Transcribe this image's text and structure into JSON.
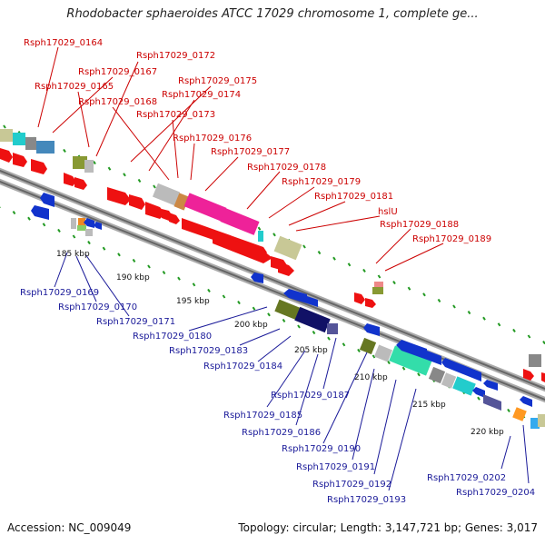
{
  "title": "Rhodobacter sphaeroides ATCC 17029 chromosome 1, complete ge...",
  "footer": {
    "accession": "Accession: NC_009049",
    "topology": "Topology: circular; Length: 3,147,721 bp; Genes: 3,017"
  },
  "scale_labels": [
    "185 kbp",
    "190 kbp",
    "195 kbp",
    "200 kbp",
    "205 kbp",
    "210 kbp",
    "215 kbp",
    "220 kbp"
  ],
  "top_genes": [
    "Rsph17029_0164",
    "Rsph17029_0172",
    "Rsph17029_0167",
    "Rsph17029_0165",
    "Rsph17029_0175",
    "Rsph17029_0174",
    "Rsph17029_0168",
    "Rsph17029_0173",
    "Rsph17029_0176",
    "Rsph17029_0177",
    "Rsph17029_0178",
    "Rsph17029_0179",
    "Rsph17029_0181",
    "hslU",
    "Rsph17029_0188",
    "Rsph17029_0189"
  ],
  "bottom_genes": [
    "Rsph17029_0169",
    "Rsph17029_0170",
    "Rsph17029_0171",
    "Rsph17029_0180",
    "Rsph17029_0183",
    "Rsph17029_0184",
    "Rsph17029_0187",
    "Rsph17029_0185",
    "Rsph17029_0186",
    "Rsph17029_0190",
    "Rsph17029_0191",
    "Rsph17029_0192",
    "Rsph17029_0193",
    "Rsph17029_0202",
    "Rsph17029_0204"
  ],
  "colors": {
    "forward_label": "#cc0000",
    "reverse_label": "#1a1a99",
    "tick": "#229922",
    "backbone": "#888888"
  }
}
